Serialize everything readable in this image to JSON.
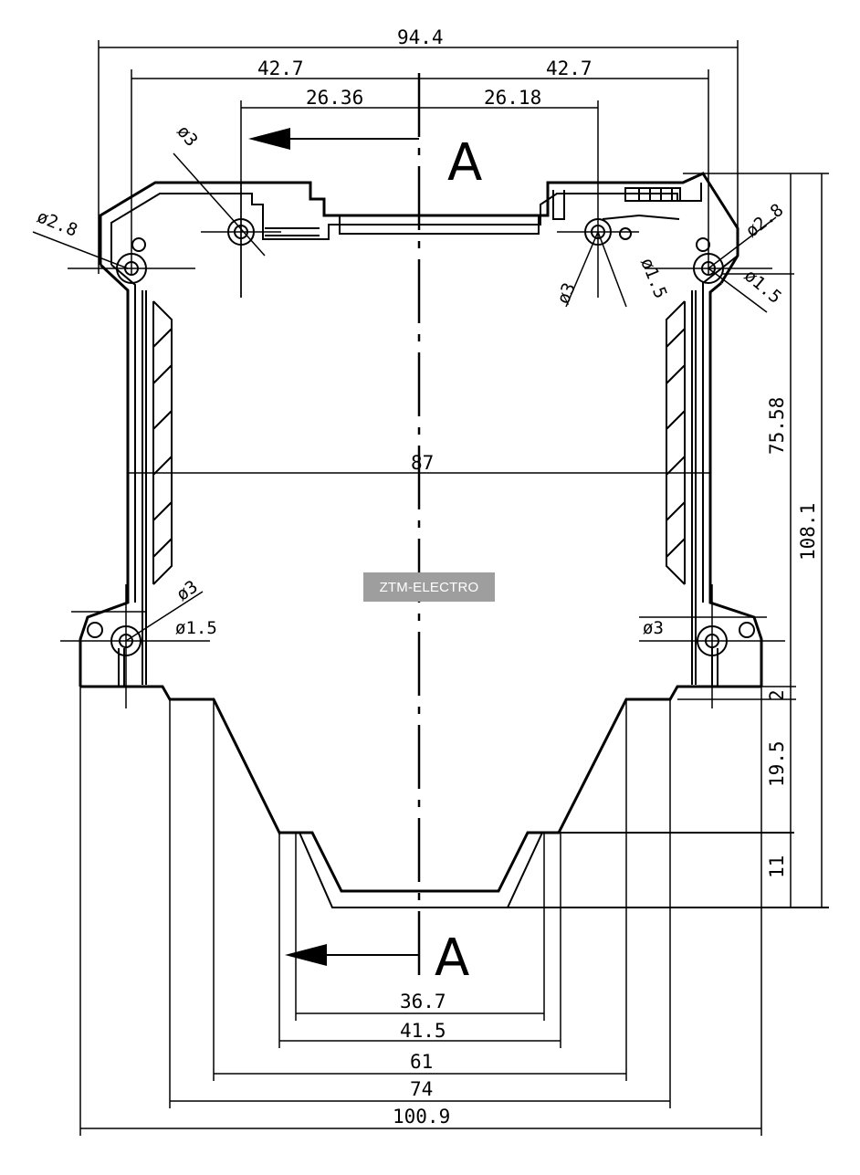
{
  "dimensions": {
    "overall_width": "94.4",
    "half_left": "42.7",
    "half_right": "42.7",
    "hole_left": "26.36",
    "hole_right": "26.18",
    "inner_width": "87",
    "height_mid": "75.58",
    "height_total": "108.1",
    "step_2": "2",
    "step_19_5": "19.5",
    "step_11": "11",
    "bottom_36_7": "36.7",
    "bottom_41_5": "41.5",
    "bottom_61": "61",
    "bottom_74": "74",
    "bottom_100_9": "100.9"
  },
  "diameters": {
    "top_left_hole": "ø3",
    "top_left_corner": "ø2.8",
    "top_right_corner": "ø2.8",
    "top_right_small": "ø1.5",
    "top_right_mid_a": "ø3",
    "top_right_mid_b": "ø1.5",
    "bottom_left_a": "ø3",
    "bottom_left_b": "ø1.5",
    "bottom_right": "ø3"
  },
  "section": {
    "top_label": "A",
    "bottom_label": "A"
  },
  "watermark": "ZTM-ELECTRO"
}
